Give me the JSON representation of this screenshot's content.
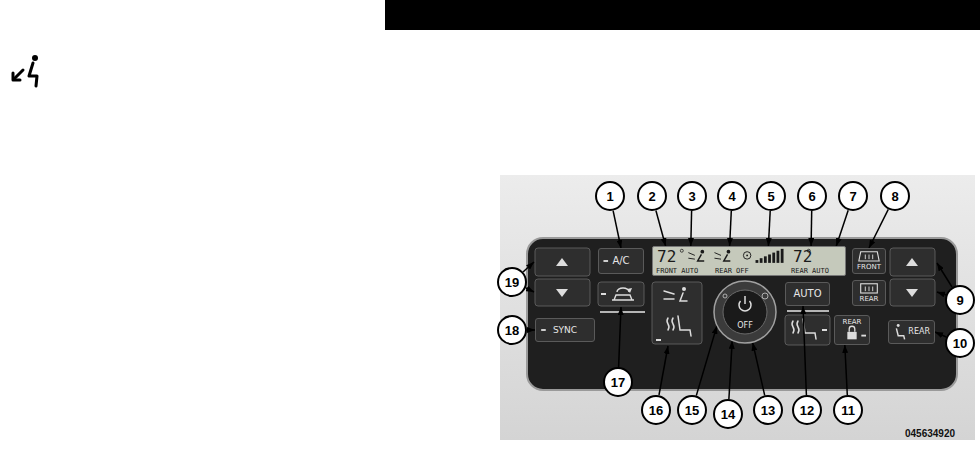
{
  "diagram": {
    "nodes": [
      {
        "text": [
          "A/C"
        ]
      },
      {
        "text": [
          "72",
          "FRONT AUTO",
          "REAR OFF",
          "72",
          "REAR AUTO"
        ]
      },
      {
        "text": [
          "FRONT"
        ]
      },
      {
        "text": [
          "REAR"
        ]
      },
      {
        "text": [
          "AUTO"
        ]
      },
      {
        "text": [
          "REAR"
        ]
      },
      {
        "text": [
          "REAR"
        ]
      },
      {
        "text": [
          "SYNC"
        ]
      },
      {
        "text": [
          "OFF"
        ]
      },
      {
        "text": [
          "1"
        ]
      },
      {
        "text": [
          "2"
        ]
      },
      {
        "text": [
          "3"
        ]
      },
      {
        "text": [
          "4"
        ]
      },
      {
        "text": [
          "5"
        ]
      },
      {
        "text": [
          "6"
        ]
      },
      {
        "text": [
          "7"
        ]
      },
      {
        "text": [
          "8"
        ]
      },
      {
        "text": [
          "9"
        ]
      },
      {
        "text": [
          "10"
        ]
      },
      {
        "text": [
          "11"
        ]
      },
      {
        "text": [
          "12"
        ]
      },
      {
        "text": [
          "13"
        ]
      },
      {
        "text": [
          "14"
        ]
      },
      {
        "text": [
          "15"
        ]
      },
      {
        "text": [
          "16"
        ]
      },
      {
        "text": [
          "17"
        ]
      },
      {
        "text": [
          "18"
        ]
      },
      {
        "text": [
          "19"
        ]
      }
    ],
    "edges": [
      {
        "from": 9,
        "to": 0,
        "arrow": "to"
      },
      {
        "from": 10,
        "to": 1,
        "arrow": "to"
      },
      {
        "from": 11,
        "to": 1,
        "arrow": "to"
      },
      {
        "from": 12,
        "to": 1,
        "arrow": "to"
      },
      {
        "from": 13,
        "to": 1,
        "arrow": "to"
      },
      {
        "from": 14,
        "to": 1,
        "arrow": "to"
      },
      {
        "from": 15,
        "to": 1,
        "arrow": "to"
      },
      {
        "from": 16,
        "to": 2,
        "arrow": "to"
      },
      {
        "from": 18,
        "to": 6,
        "arrow": "to"
      },
      {
        "from": 19,
        "to": 5,
        "arrow": "to"
      },
      {
        "from": 20,
        "to": 4,
        "arrow": "to"
      },
      {
        "from": 21,
        "to": 8,
        "arrow": "to"
      },
      {
        "from": 22,
        "to": 8,
        "arrow": "to"
      },
      {
        "from": 23,
        "to": 8,
        "arrow": "to"
      },
      {
        "from": 26,
        "to": 7,
        "arrow": "to"
      }
    ],
    "labels": [
      "045634920"
    ]
  }
}
